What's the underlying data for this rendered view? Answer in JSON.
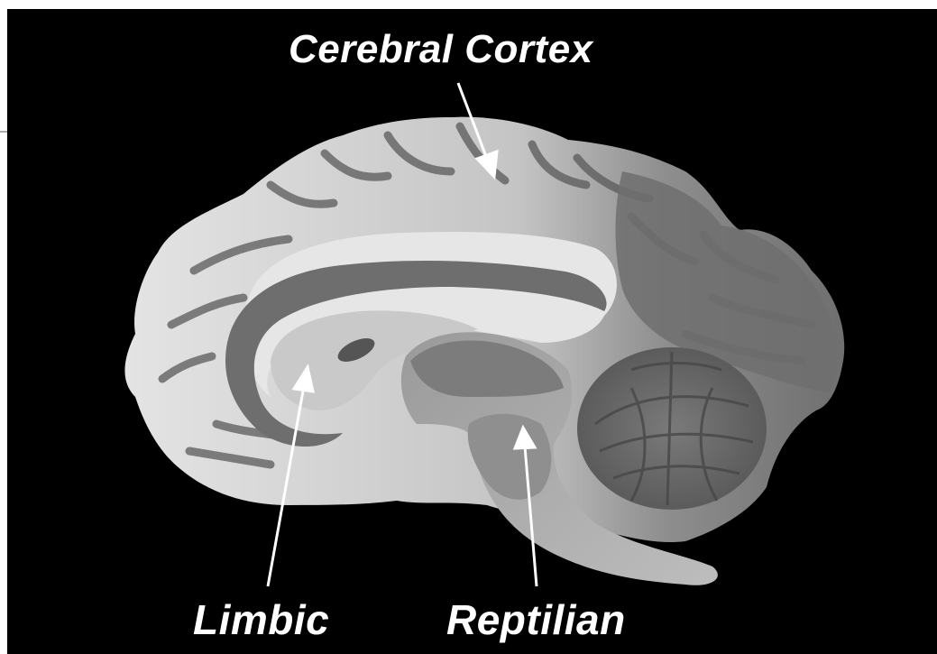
{
  "labels": {
    "cerebral_cortex": "Cerebral Cortex",
    "limbic": "Limbic",
    "reptilian": "Reptilian"
  },
  "colors": {
    "background": "#000000",
    "frame": "#ffffff",
    "label_text": "#ffffff",
    "arrow": "#ffffff",
    "cortex_light": "#dcdcdc",
    "cortex_mid": "#9a9a9a",
    "sulcus_dark": "#555555",
    "limbic_band": "#6e6e6e",
    "brainstem": "#8a8a8a",
    "cerebellum": "#6a6a6a"
  }
}
